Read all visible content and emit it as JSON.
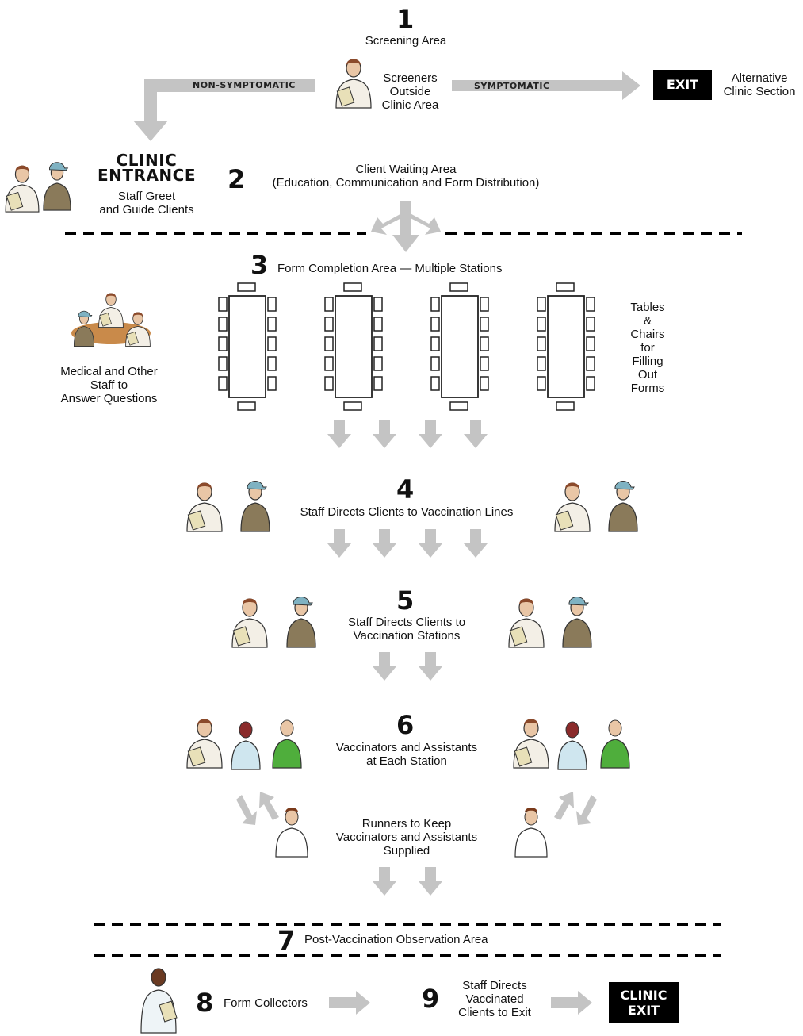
{
  "step1": {
    "number": "1",
    "title": "Screening Area",
    "screeners": "Screeners\nOutside\nClinic Area"
  },
  "left_arrow_label": "NON-SYMPTOMATIC",
  "right_arrow_label": "SYMPTOMATIC",
  "exit_box": "EXIT",
  "alt_section": "Alternative\nClinic Section",
  "clinic_entrance": {
    "title": "CLINIC\nENTRANCE",
    "subtitle": "Staff Greet\nand Guide Clients"
  },
  "step2": {
    "number": "2",
    "title": "Client Waiting Area\n(Education, Communication and Form Distribution)"
  },
  "step3": {
    "number": "3",
    "title": "Form Completion Area — Multiple Stations"
  },
  "medical_staff": "Medical and Other\nStaff to\nAnswer Questions",
  "tables_label": "Tables\n&\nChairs\nfor\nFilling\nOut\nForms",
  "step4": {
    "number": "4",
    "title": "Staff Directs Clients to Vaccination Lines"
  },
  "step5": {
    "number": "5",
    "title": "Staff Directs Clients to\nVaccination Stations"
  },
  "step6": {
    "number": "6",
    "title": "Vaccinators and Assistants\nat Each Station"
  },
  "runners": "Runners to Keep\nVaccinators and Assistants\nSupplied",
  "step7": {
    "number": "7",
    "title": "Post-Vaccination Observation Area"
  },
  "step8": {
    "number": "8",
    "title": "Form Collectors"
  },
  "step9": {
    "number": "9",
    "title": "Staff Directs\nVaccinated\nClients to Exit"
  },
  "clinic_exit": "CLINIC\nEXIT",
  "colors": {
    "arrow": "#c4c4c4",
    "ink": "#111111",
    "box": "#000000"
  },
  "icons": [
    "screener-with-clipboard-icon",
    "greeter-staff-icon",
    "group-meeting-icon",
    "staff-and-client-icon",
    "vaccinator-team-icon",
    "runner-icon",
    "form-collector-icon",
    "table-with-chairs-icon"
  ]
}
